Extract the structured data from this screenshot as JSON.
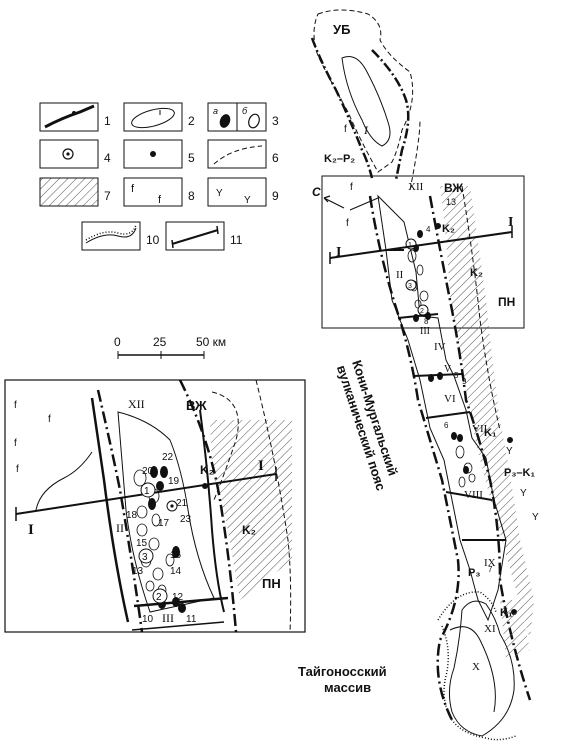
{
  "legend": {
    "items": [
      {
        "number": "1",
        "symbol": "fault-with-tick"
      },
      {
        "number": "2",
        "symbol": "outline-body"
      },
      {
        "number": "3",
        "symbol": "deposit-ab",
        "sub_a": "а",
        "sub_b": "б"
      },
      {
        "number": "4",
        "symbol": "circle-dot"
      },
      {
        "number": "5",
        "symbol": "dot"
      },
      {
        "number": "6",
        "symbol": "dashed-boundary"
      },
      {
        "number": "7",
        "symbol": "hatched"
      },
      {
        "number": "8",
        "symbol": "f-letters",
        "glyph": "f"
      },
      {
        "number": "9",
        "symbol": "y-letters",
        "glyph": "Y"
      },
      {
        "number": "10",
        "symbol": "dotted-boundary"
      },
      {
        "number": "11",
        "symbol": "section-line"
      }
    ]
  },
  "scale_bar": {
    "ticks": [
      "0",
      "25",
      "50 км"
    ]
  },
  "main_map": {
    "ub": "УБ",
    "k2p2": "K₂–P₂",
    "c_label": "C",
    "vzh": "ВЖ",
    "pn": "ПН",
    "k2_a": "K₂",
    "k2_b": "K₂",
    "section_i": "I",
    "belt_label_1": "Кони-Мургальский",
    "belt_label_2": "вулканический пояс",
    "k1_a": "K₁",
    "k1_b": "K₁",
    "p3k1": "P₃–K₁",
    "p3": "P₃",
    "massif_1": "Тайгоносский",
    "massif_2": "массив",
    "zones": [
      "I",
      "II",
      "III",
      "IV",
      "V",
      "VI",
      "VII",
      "VIII",
      "IX",
      "X",
      "XI",
      "XII"
    ],
    "numbers": [
      "1",
      "2",
      "3",
      "4",
      "5",
      "6",
      "7",
      "8",
      "9",
      "13"
    ]
  },
  "inset": {
    "vzh": "ВЖ",
    "pn": "ПН",
    "k2_a": "K₂",
    "k2_b": "K₂",
    "section_i": "I",
    "zones": [
      "XII",
      "II",
      "III"
    ],
    "numbers": [
      "1",
      "2",
      "3",
      "10",
      "11",
      "12",
      "13",
      "14",
      "15",
      "16",
      "17",
      "18",
      "19",
      "20",
      "21",
      "22",
      "23"
    ]
  }
}
